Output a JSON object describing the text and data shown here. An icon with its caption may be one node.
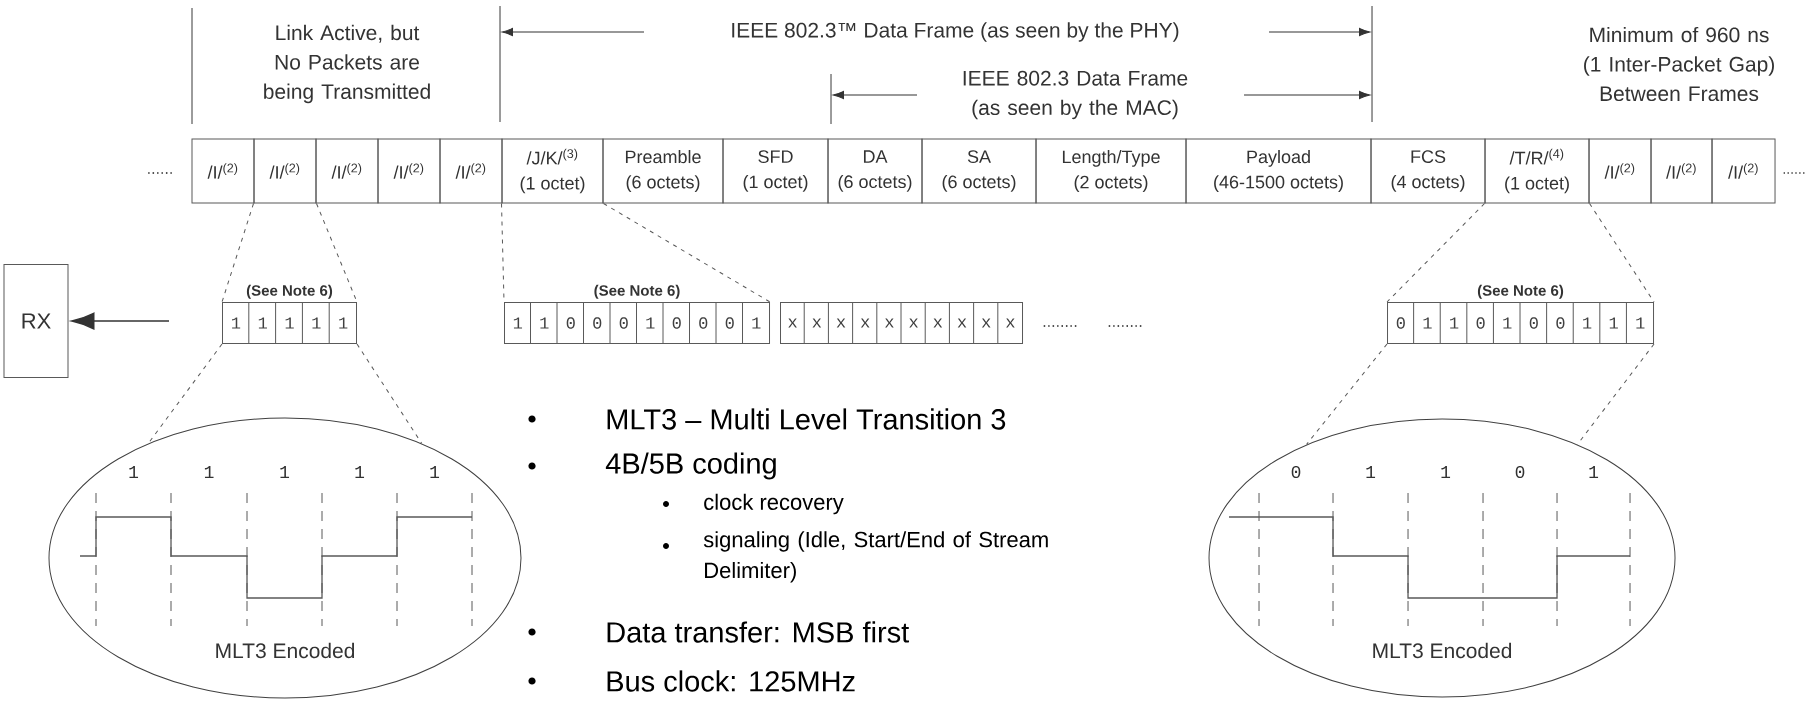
{
  "diagram": {
    "nodes": [
      {
        "text": [
          "/I/$^{(2)}$"
        ]
      },
      {
        "text": [
          "/I/$^{(2)}$"
        ]
      },
      {
        "text": [
          "/I/$^{(2)}$"
        ]
      },
      {
        "text": [
          "/I/$^{(2)}$"
        ]
      },
      {
        "text": [
          "/I/$^{(2)}$"
        ]
      },
      {
        "text": [
          "/J/K/$^{(3)}$",
          "(1 octet)"
        ]
      },
      {
        "text": [
          "Preamble",
          "(6 octets)"
        ]
      },
      {
        "text": [
          "SFD",
          "(1 octet)"
        ]
      },
      {
        "text": [
          "DA",
          "(6 octets)"
        ]
      },
      {
        "text": [
          "SA",
          "(6 octets)"
        ]
      },
      {
        "text": [
          "Length/Type",
          "(2 octets)"
        ]
      },
      {
        "text": [
          "Payload",
          "(46-1500 octets)"
        ]
      },
      {
        "text": [
          "FCS",
          "(4 octets)"
        ]
      },
      {
        "text": [
          "/T/R/$^{(4)}$",
          "(1 octet)"
        ]
      },
      {
        "text": [
          "/I/$^{(2)}$"
        ]
      },
      {
        "text": [
          "/I/$^{(2)}$"
        ]
      },
      {
        "text": [
          "/I/$^{(2)}$"
        ]
      },
      {
        "text": [
          "RX"
        ]
      },
      {
        "text": [
          "1",
          "1",
          "1",
          "1",
          "1"
        ],
        "beside": [
          "(See Note 6)"
        ]
      },
      {
        "text": [
          "1",
          "1",
          "0",
          "0",
          "0",
          "1",
          "0",
          "0",
          "0",
          "1"
        ],
        "beside": [
          "(See Note 6)"
        ]
      },
      {
        "text": [
          "x",
          "x",
          "x",
          "x",
          "x",
          "x",
          "x",
          "x",
          "x",
          "x"
        ]
      },
      {
        "text": [
          "0",
          "1",
          "1",
          "0",
          "1",
          "0",
          "0",
          "1",
          "1",
          "1"
        ],
        "beside": [
          "(See Note 6)"
        ]
      },
      {
        "text": [
          "MLT3 Encoded"
        ]
      },
      {
        "text": [
          "MLT3 Encoded"
        ]
      }
    ],
    "edges": [
      {
        "from": null,
        "to": 17,
        "arrow": "to"
      },
      {
        "from": 1,
        "to": 18,
        "arrow": "none",
        "style": "dashed"
      },
      {
        "from": 1,
        "to": 18,
        "arrow": "none",
        "style": "dashed"
      },
      {
        "from": 5,
        "to": 19,
        "arrow": "none",
        "style": "dashed"
      },
      {
        "from": 5,
        "to": 19,
        "arrow": "none",
        "style": "dashed"
      },
      {
        "from": 13,
        "to": 21,
        "arrow": "none",
        "style": "dashed"
      },
      {
        "from": 13,
        "to": 21,
        "arrow": "none",
        "style": "dashed"
      },
      {
        "from": 18,
        "to": 22,
        "arrow": "none",
        "style": "dashed"
      },
      {
        "from": 18,
        "to": 22,
        "arrow": "none",
        "style": "dashed"
      },
      {
        "from": 21,
        "to": 23,
        "arrow": "none",
        "style": "dashed"
      },
      {
        "from": 21,
        "to": 23,
        "arrow": "none",
        "style": "dashed"
      }
    ],
    "labels": [
      "Link Active, but No Packets are being Transmitted",
      "IEEE 802.3™ Data Frame (as seen by the PHY)",
      "Minimum of 960 ns (1 Inter-Packet Gap) Between Frames",
      "IEEE 802.3 Data Frame (as seen by the MAC)",
      "......",
      "......",
      "........",
      "........",
      "MLT3 – Multi Level Transition 3",
      "4B/5B coding",
      "clock recovery",
      "signaling (Idle, Start/End of Stream Delimiter)",
      "Data transfer: MSB first",
      "Bus clock: 125MHz",
      "1",
      "1",
      "1",
      "1",
      "1",
      "0",
      "1",
      "1",
      "0",
      "1"
    ]
  }
}
